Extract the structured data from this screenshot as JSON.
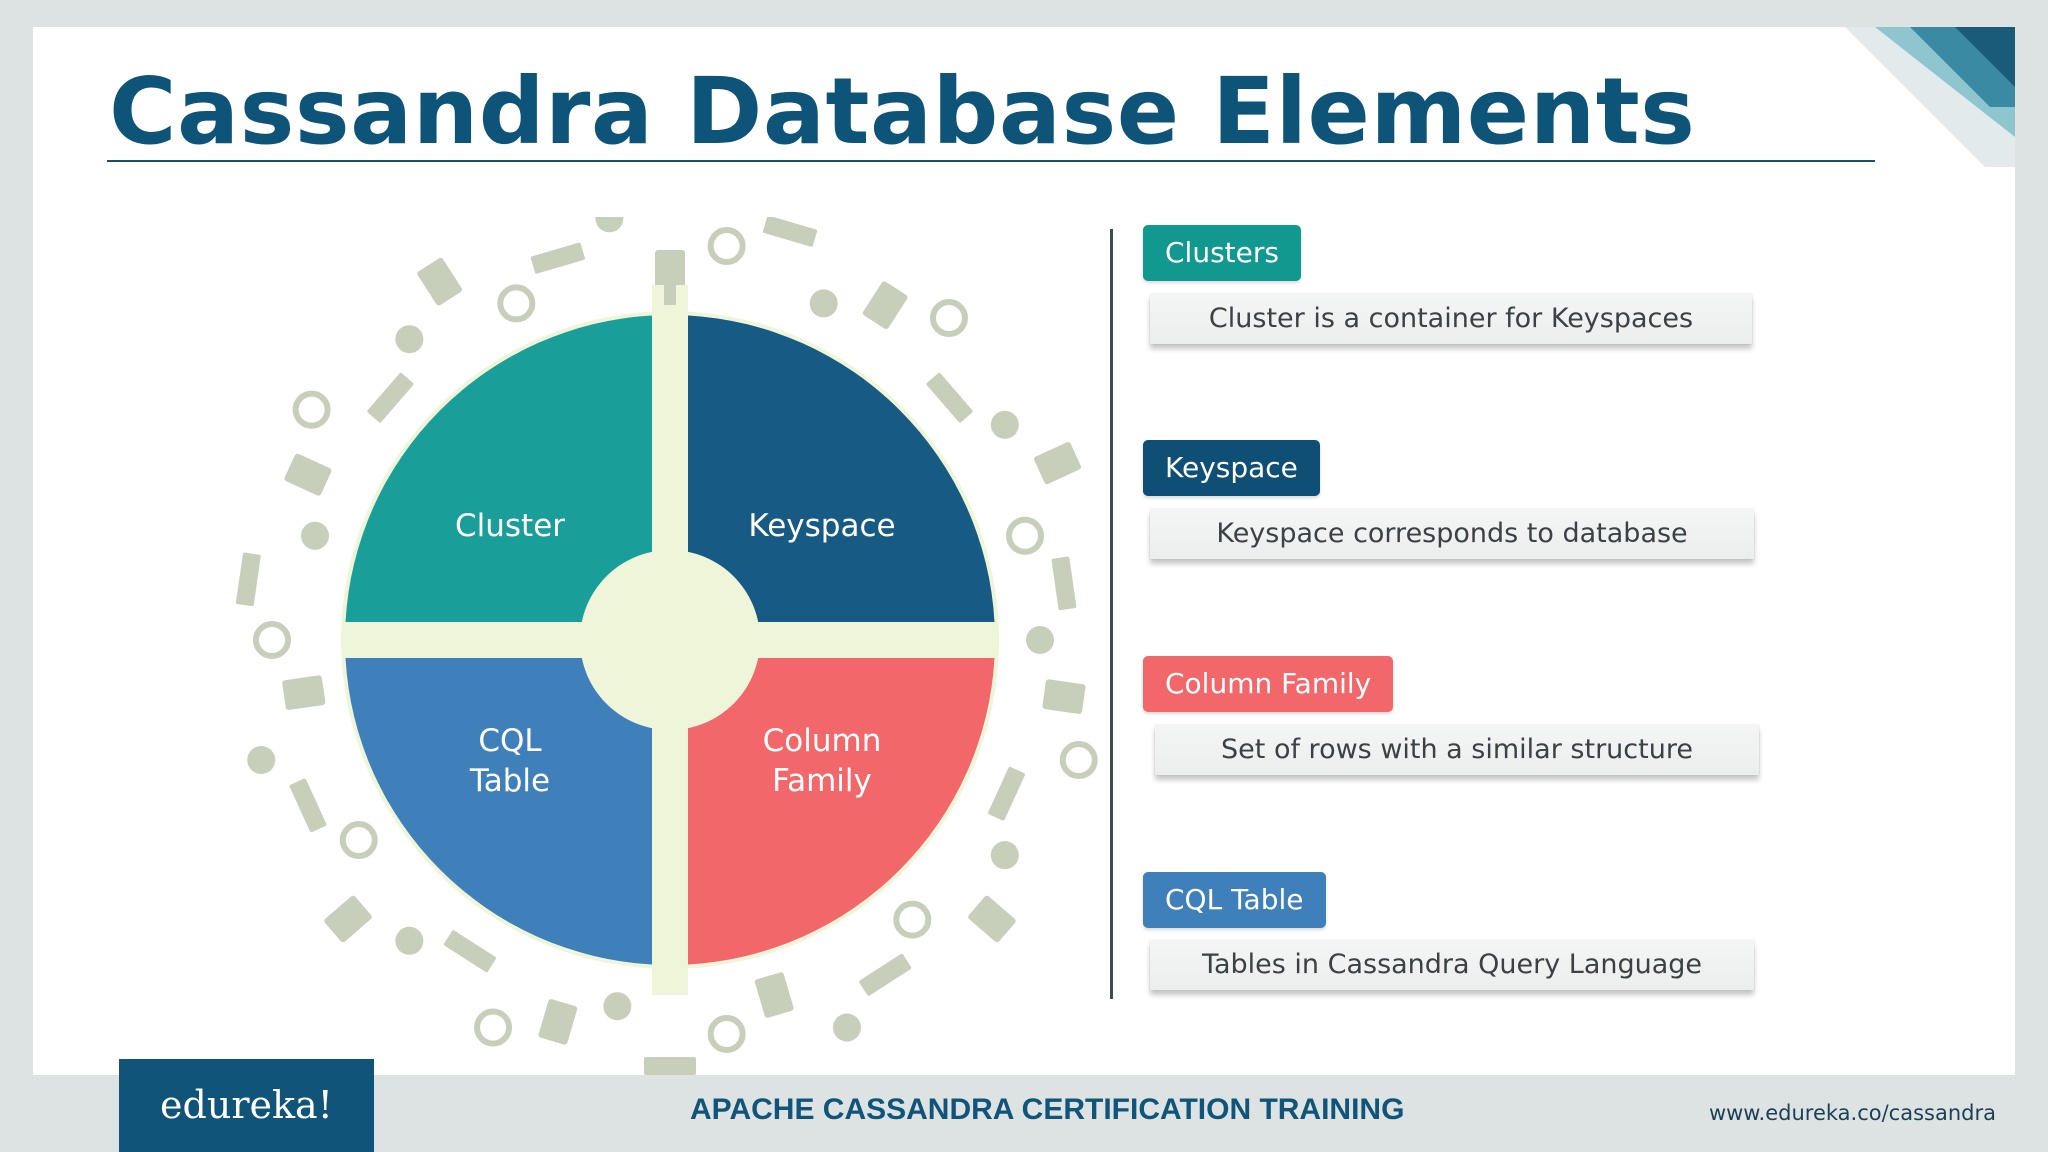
{
  "slide": {
    "title": "Cassandra Database Elements"
  },
  "wheel": {
    "quadrants": [
      {
        "lines": [
          "Cluster"
        ],
        "color": "#1a9e9a"
      },
      {
        "lines": [
          "Keyspace"
        ],
        "color": "#175a83"
      },
      {
        "lines": [
          "CQL",
          "Table"
        ],
        "color": "#3f80ba"
      },
      {
        "lines": [
          "Column",
          "Family"
        ],
        "color": "#f2686a"
      }
    ]
  },
  "legend": [
    {
      "tag": "Clusters",
      "description": "Cluster is a container for Keyspaces",
      "color": "#119990"
    },
    {
      "tag": "Keyspace",
      "description": "Keyspace corresponds to database",
      "color": "#104f75"
    },
    {
      "tag": "Column Family",
      "description": "Set of rows with a similar structure",
      "color": "#f2686a"
    },
    {
      "tag": "CQL Table",
      "description": "Tables in Cassandra Query Language",
      "color": "#3f80ba"
    }
  ],
  "footer": {
    "logo": "edureka!",
    "course": "APACHE CASSANDRA CERTIFICATION TRAINING",
    "url": "www.edureka.co/cassandra"
  },
  "colors": {
    "brand": "#0e5479",
    "cross": "#eef5d9",
    "icons": "#c7ceb9"
  }
}
